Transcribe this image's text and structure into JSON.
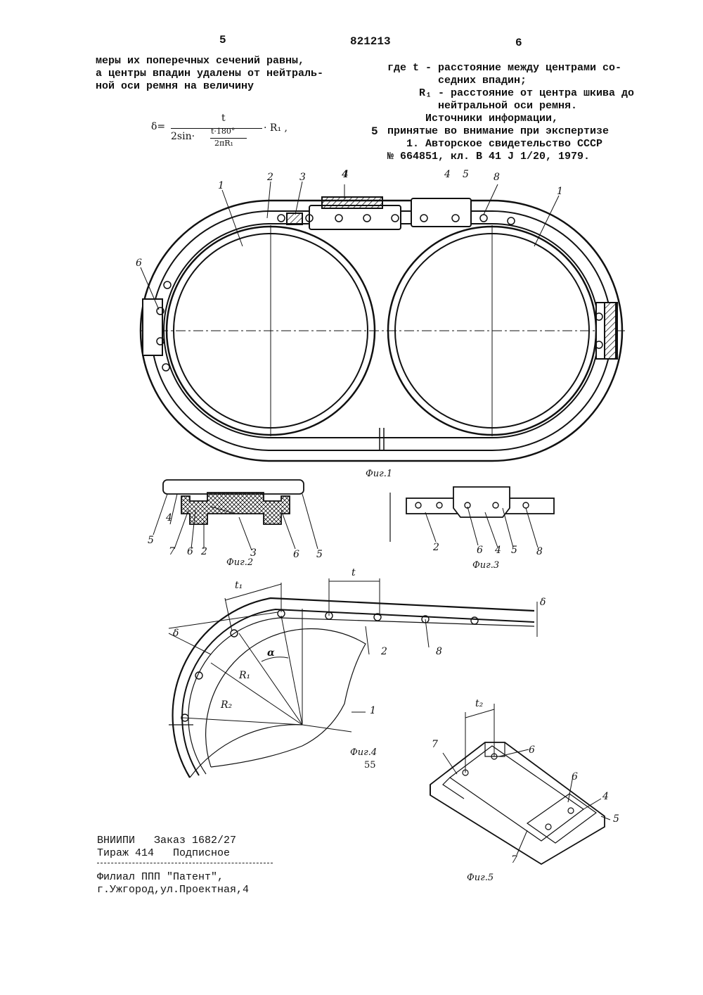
{
  "header": {
    "left_page": "5",
    "patent_number": "821213",
    "right_page": "6"
  },
  "left_column": {
    "lines": [
      "меры их поперечных сечений равны,",
      "а центры впадин удалены от нейтраль-",
      "ной оси ремня на величину"
    ]
  },
  "formula": {
    "lhs": "δ=",
    "numerator": "t",
    "denominator_prefix": "2sin·",
    "inner_numerator": "t·180°",
    "inner_denominator": "2πR₁",
    "tail": "· R₁ ,"
  },
  "right_column": {
    "line_marker": "5",
    "lines": [
      "где t - расстояние между центрами со-",
      "        седних впадин;",
      "     R₁ - расстояние от центра шкива до",
      "        нейтральной оси ремня.",
      "      Источники информации,",
      "принятые во внимание при экспертизе",
      "   1. Авторское свидетельство СССР",
      "№ 664851, кл. В 41 J 1/20, 1979."
    ]
  },
  "figures": {
    "fig1": {
      "caption": "Фиг.1",
      "labels": [
        "1",
        "2",
        "3",
        "4",
        "4",
        "5",
        "8",
        "1",
        "6"
      ]
    },
    "fig2": {
      "caption": "Фиг.2",
      "labels": [
        "5",
        "4",
        "7",
        "6",
        "2",
        "3",
        "6",
        "5"
      ]
    },
    "fig3": {
      "caption": "Фиг.3",
      "labels": [
        "2",
        "6",
        "4",
        "5",
        "8"
      ]
    },
    "fig4": {
      "caption": "Фиг.4",
      "extra": "55",
      "labels": [
        "t₁",
        "t",
        "δ",
        "δ",
        "α",
        "R₁",
        "R₂",
        "2",
        "8",
        "1"
      ]
    },
    "fig5": {
      "caption": "Фиг.5",
      "labels": [
        "t₂",
        "7",
        "6",
        "6",
        "4",
        "5",
        "7"
      ]
    }
  },
  "imprint": {
    "line1": "ВНИИПИ   Заказ 1682/27",
    "line2": "Тираж 414   Подписное",
    "line3": "Филиал ППП \"Патент\",",
    "line4": "г.Ужгород,ул.Проектная,4"
  }
}
